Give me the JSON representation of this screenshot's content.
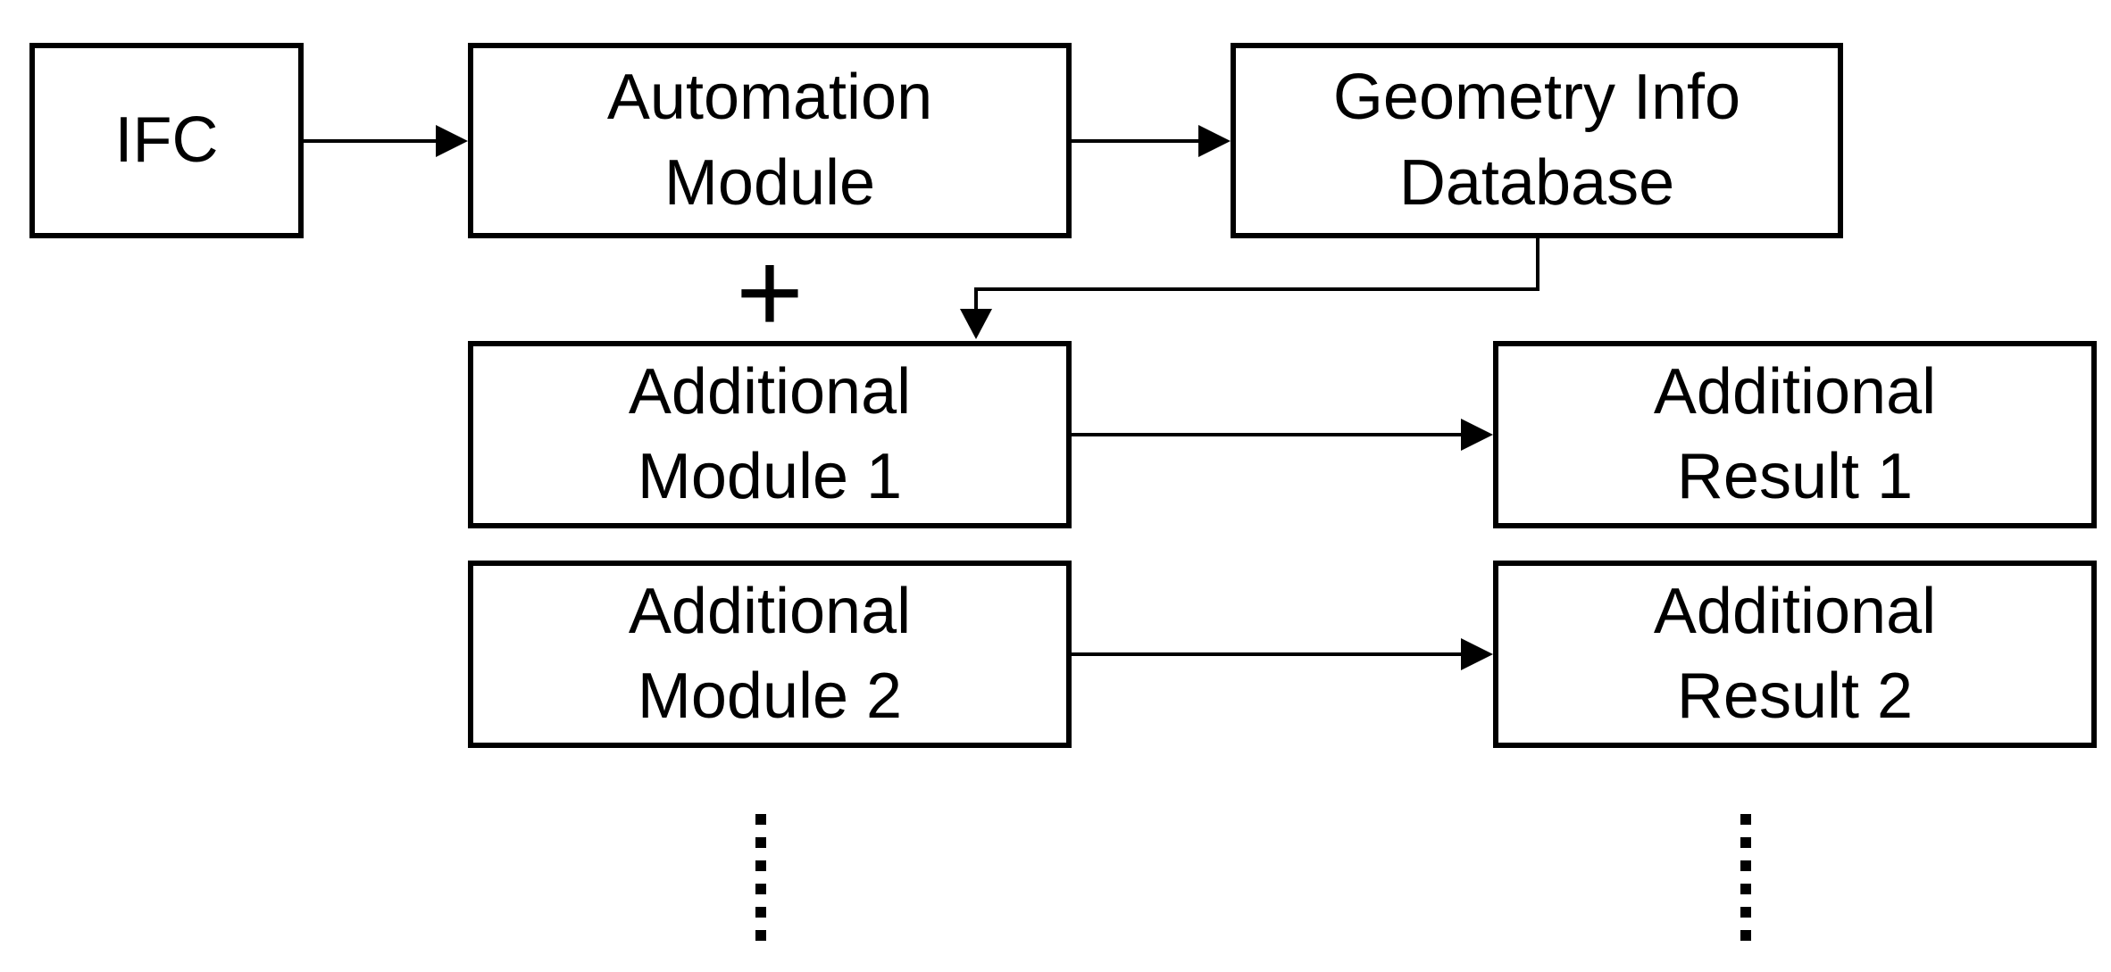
{
  "diagram": {
    "type": "flowchart",
    "colors": {
      "background": "#ffffff",
      "stroke": "#000000",
      "text": "#000000"
    },
    "nodes": {
      "ifc": {
        "label": "IFC"
      },
      "automation_module": {
        "label": "Automation\nModule"
      },
      "geometry_info_database": {
        "label": "Geometry Info\nDatabase"
      },
      "additional_module_1": {
        "label": "Additional\nModule 1"
      },
      "additional_result_1": {
        "label": "Additional\nResult 1"
      },
      "additional_module_2": {
        "label": "Additional\nModule 2"
      },
      "additional_result_2": {
        "label": "Additional\nResult 2"
      }
    },
    "operator_plus": "+",
    "connections": [
      {
        "from": "IFC",
        "to": "Automation Module",
        "type": "arrow"
      },
      {
        "from": "Automation Module",
        "to": "Geometry Info Database",
        "type": "arrow"
      },
      {
        "from": "Geometry Info Database",
        "to": "Additional Module 1",
        "type": "elbow-arrow"
      },
      {
        "from": "Additional Module 1",
        "to": "Additional Result 1",
        "type": "arrow"
      },
      {
        "from": "Additional Module 2",
        "to": "Additional Result 2",
        "type": "arrow"
      }
    ],
    "continuation_markers": [
      {
        "position": "below Additional Module 2",
        "glyph": "vertical-ellipsis"
      },
      {
        "position": "below Additional Result 2",
        "glyph": "vertical-ellipsis"
      }
    ]
  }
}
